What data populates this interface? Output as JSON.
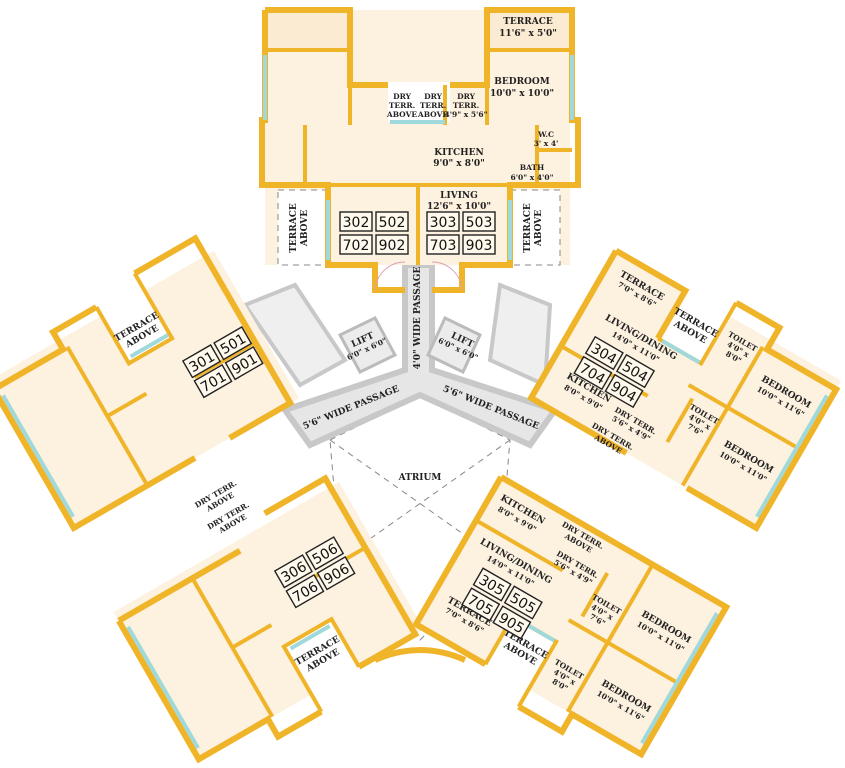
{
  "colors": {
    "wall": "#f0b429",
    "floor": "#fdf1df",
    "glass": "#9fd9dc",
    "passage": "#e6e6e6"
  },
  "core": {
    "passage_top": "4'0\" WIDE PASSAGE",
    "passage_left": "5'6\" WIDE PASSAGE",
    "passage_right": "5'6\" WIDE PASSAGE",
    "lift_left": {
      "name": "LIFT",
      "size": "6'0\" x 6'0\""
    },
    "lift_right": {
      "name": "LIFT",
      "size": "6'0\" x 6'0\""
    },
    "atrium": "ATRIUM"
  },
  "top": {
    "terrace": {
      "name": "TERRACE",
      "size": "11'6\" x 5'0\""
    },
    "bedroom": {
      "name": "BEDROOM",
      "size": "10'0\" x 10'0\""
    },
    "dry1": [
      "DRY",
      "TERR.",
      "ABOVE"
    ],
    "dry2": [
      "DRY",
      "TERR.",
      "ABOVE"
    ],
    "dry3": [
      "DRY",
      "TERR.",
      "4'9\" x 5'6\""
    ],
    "wc": {
      "name": "W.C",
      "size": "3' x 4'"
    },
    "bath": {
      "name": "BATH",
      "size": "6'0\" x 4'0\""
    },
    "kitchen": {
      "name": "KITCHEN",
      "size": "9'0\" x 8'0\""
    },
    "living": {
      "name": "LIVING",
      "size": "12'6\" x 10'0\""
    },
    "terrace_above_left": [
      "TERRACE",
      "ABOVE"
    ],
    "terrace_above_right": [
      "TERRACE",
      "ABOVE"
    ],
    "units_left": [
      "302",
      "502",
      "702",
      "902"
    ],
    "units_right": [
      "303",
      "503",
      "703",
      "903"
    ]
  },
  "left_upper": {
    "terrace_above": [
      "TERRACE",
      "ABOVE"
    ],
    "units": [
      "301",
      "501",
      "701",
      "901"
    ],
    "dry1": [
      "DRY TERR.",
      "ABOVE"
    ],
    "dry2": [
      "DRY TERR.",
      "ABOVE"
    ]
  },
  "left_lower": {
    "terrace_above": [
      "TERRACE",
      "ABOVE"
    ],
    "units": [
      "306",
      "506",
      "706",
      "906"
    ]
  },
  "right_upper": {
    "terrace": {
      "name": "TERRACE",
      "size": "7'0\" x 8'6\""
    },
    "terrace_above": [
      "TERRACE",
      "ABOVE"
    ],
    "toilet1": [
      "TOILET",
      "4'0\" x",
      "8'0\""
    ],
    "bedroom1": {
      "name": "BEDROOM",
      "size": "10'0\" x 11'6\""
    },
    "living": {
      "name": "LIVING/DINING",
      "size": "14'0\" x 11'0\""
    },
    "toilet2": [
      "TOILET",
      "4'0\" x",
      "7'6\""
    ],
    "bedroom2": {
      "name": "BEDROOM",
      "size": "10'0\" x 11'0\""
    },
    "kitchen": {
      "name": "KITCHEN",
      "size": "8'0\" x 9'0\""
    },
    "dry": {
      "name": "DRY TERR.",
      "size": "5'6\" x 4'9\""
    },
    "dry_above": [
      "DRY TERR.",
      "ABOVE"
    ],
    "units": [
      "304",
      "504",
      "704",
      "904"
    ]
  },
  "right_lower": {
    "kitchen": {
      "name": "KITCHEN",
      "size": "8'0\" x 9'0\""
    },
    "dry_above": [
      "DRY TERR.",
      "ABOVE"
    ],
    "dry": {
      "name": "DRY TERR.",
      "size": "5'6\" x 4'9\""
    },
    "living": {
      "name": "LIVING/DINING",
      "size": "14'0\" x 11'0\""
    },
    "toilet1": [
      "TOILET",
      "4'0\" x",
      "7'6\""
    ],
    "bedroom1": {
      "name": "BEDROOM",
      "size": "10'0\" x 11'0\""
    },
    "terrace": {
      "name": "TERRACE",
      "size": "7'0\" x 8'6\""
    },
    "terrace_above": [
      "TERRACE",
      "ABOVE"
    ],
    "toilet2": [
      "TOILET",
      "4'0\" x",
      "8'0\""
    ],
    "bedroom2": {
      "name": "BEDROOM",
      "size": "10'0\" x 11'6\""
    },
    "units": [
      "305",
      "505",
      "705",
      "905"
    ]
  }
}
